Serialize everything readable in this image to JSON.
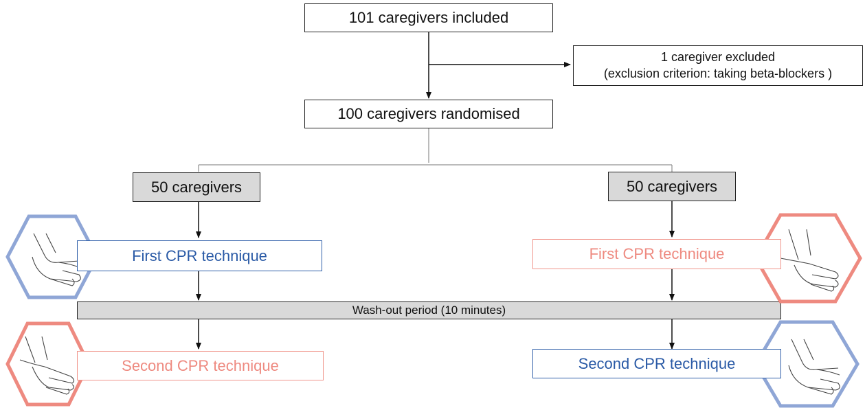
{
  "flow": {
    "included": "101 caregivers included",
    "excluded_line1": "1 caregiver excluded",
    "excluded_line2": "(exclusion criterion: taking beta-blockers )",
    "randomised": "100 caregivers randomised",
    "left_group": "50 caregivers",
    "right_group": "50 caregivers",
    "left_first": "First CPR technique",
    "right_first": "First CPR technique",
    "washout": "Wash-out period (10 minutes)",
    "left_second": "Second CPR technique",
    "right_second": "Second CPR technique"
  },
  "icons": {
    "left_top": "hand-technique-blue-icon",
    "left_bottom": "hand-technique-red-icon",
    "right_top": "hand-technique-red-icon",
    "right_bottom": "hand-technique-blue-icon"
  },
  "colors": {
    "technique_blue": "#2a5aa6",
    "technique_blue_hex": "#8fa6d6",
    "technique_red": "#ee8a80",
    "technique_red_hex": "#ee8a80",
    "washout_fill": "#d9d9d9"
  }
}
